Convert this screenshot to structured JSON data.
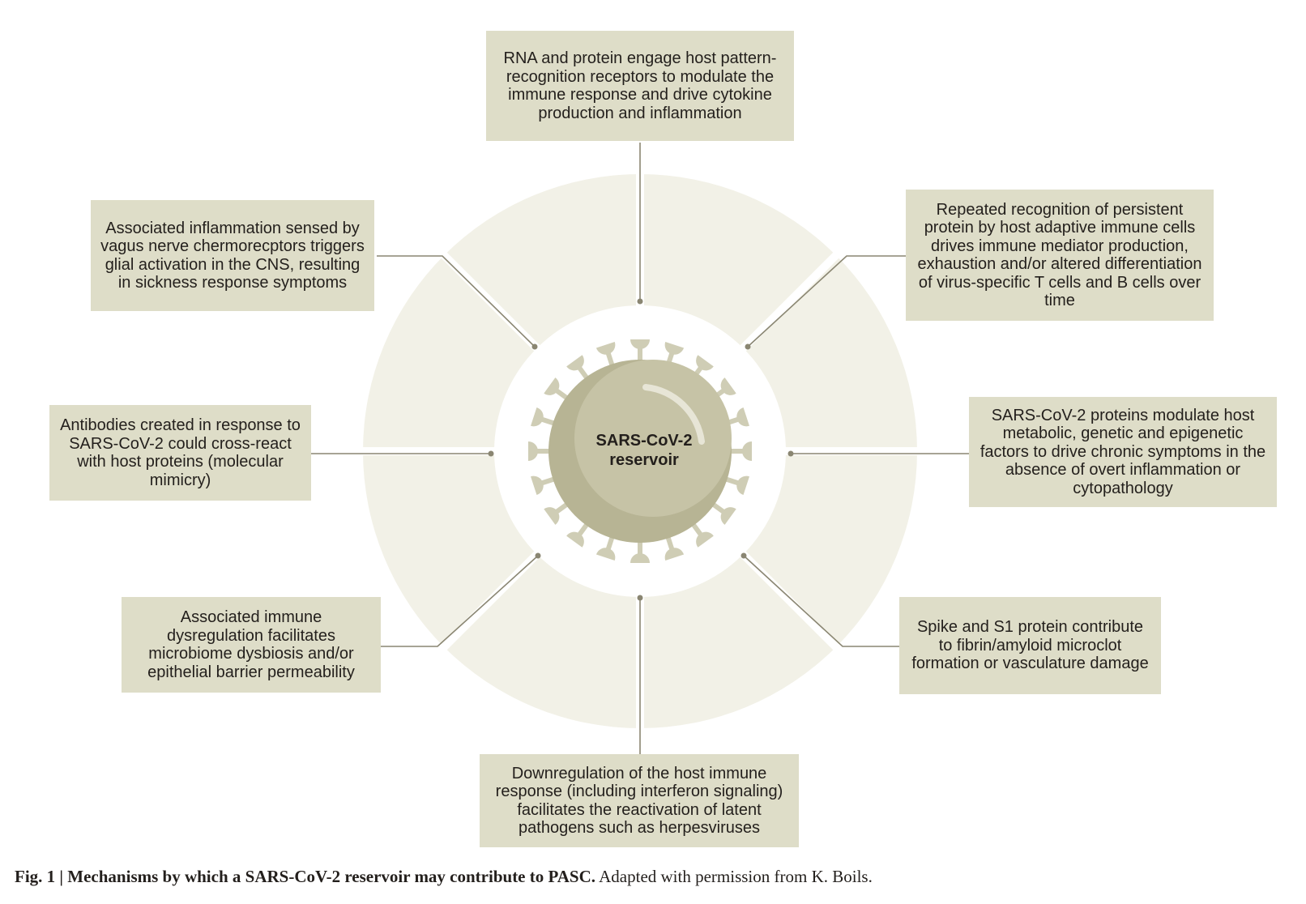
{
  "center": {
    "label": "SARS-CoV-2 reservoir"
  },
  "mechanisms": {
    "top": "RNA and protein engage host pattern-recognition receptors to modulate the immune response and drive cytokine production and inflammation",
    "top_right": "Repeated recognition of persistent protein by host adaptive immune cells drives immune mediator production, exhaustion and/or altered differentiation of virus-specific T cells and B cells over time",
    "right": "SARS-CoV-2 proteins modulate host metabolic, genetic and epigenetic factors to drive chronic symptoms in the absence of overt inflammation or cytopathology",
    "bottom_right": "Spike and S1 protein contribute to fibrin/amyloid microclot formation or vasculature damage",
    "bottom": "Downregulation of the host immune response (including interferon signaling) facilitates the reactivation of latent pathogens such as herpesviruses",
    "bottom_left": "Associated immune dysregulation facilitates microbiome dysbiosis and/or epithelial barrier permeability",
    "left": "Antibodies created in response to SARS-CoV-2 could cross-react with host proteins (molecular mimicry)",
    "top_left": "Associated inflammation sensed by vagus nerve chermorecptors triggers glial activation in the CNS, resulting in sickness response symptoms"
  },
  "caption": {
    "prefix": "Fig. 1 | Mechanisms by which a SARS-CoV-2 reservoir may contribute to PASC.",
    "suffix": " Adapted with permission from K. Boils."
  },
  "colors": {
    "box_fill": "#deddc8",
    "ring_fill": "#f2f1e7",
    "connector": "#8a8672",
    "virus_body": "#b7b494",
    "virus_spike": "#cfcdb5"
  }
}
